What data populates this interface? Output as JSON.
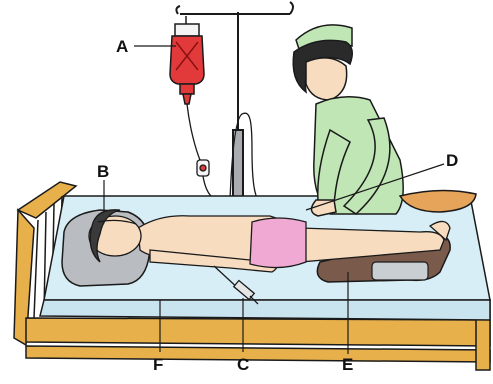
{
  "diagram": {
    "labels": {
      "a": "A",
      "b": "B",
      "c": "C",
      "d": "D",
      "e": "E",
      "f": "F"
    }
  },
  "colors": {
    "outline": "#1a1a1a",
    "bed_wood": "#e8b04a",
    "mattress": "#d8eef6",
    "iv_fluid": "#e23a3a",
    "nurse_uniform": "#bfe6b4",
    "patient_skin": "#f7dcc0",
    "towel": "#f0a9d2",
    "rubber_sheet": "#7a5a4a",
    "pillow": "#b9bcc0",
    "basin": "#e6a35a"
  }
}
